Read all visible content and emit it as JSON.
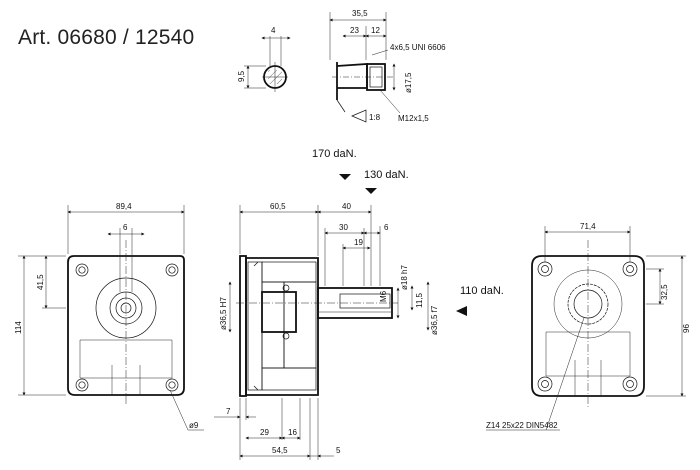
{
  "title": "Art. 06680 / 12540",
  "forces": {
    "radial_top_1": "170 daN.",
    "radial_top_2": "130 daN.",
    "axial_right": "110 daN."
  },
  "shaft_detail": {
    "key_width": "4",
    "key_height": "9,5",
    "total_length": "35,5",
    "len_a": "23",
    "len_b": "12",
    "key_spec": "4x6,5 UNI 6606",
    "diameter": "ø17,5",
    "taper": "1:8",
    "thread": "M12x1,5"
  },
  "front_view": {
    "width": "89,4",
    "offset": "6",
    "height_total": "114",
    "height_half": "41,5",
    "hole": "ø9"
  },
  "side_view": {
    "len_60_5": "60,5",
    "len_40": "40",
    "len_30": "30",
    "len_6": "6",
    "len_19": "19",
    "pilot": "ø36,5 H7",
    "thread_m6": "M6",
    "shaft_dia": "ø18 h7",
    "len_11_5": "11,5",
    "shaft_pilot": "ø36,5 f7",
    "len_7": "7",
    "len_29": "29",
    "len_16": "16",
    "len_54_5": "54,5",
    "len_5": "5"
  },
  "rear_view": {
    "width": "71,4",
    "height_half": "32,5",
    "height_total": "96",
    "spline": "Z14 25x22 DIN5482"
  }
}
